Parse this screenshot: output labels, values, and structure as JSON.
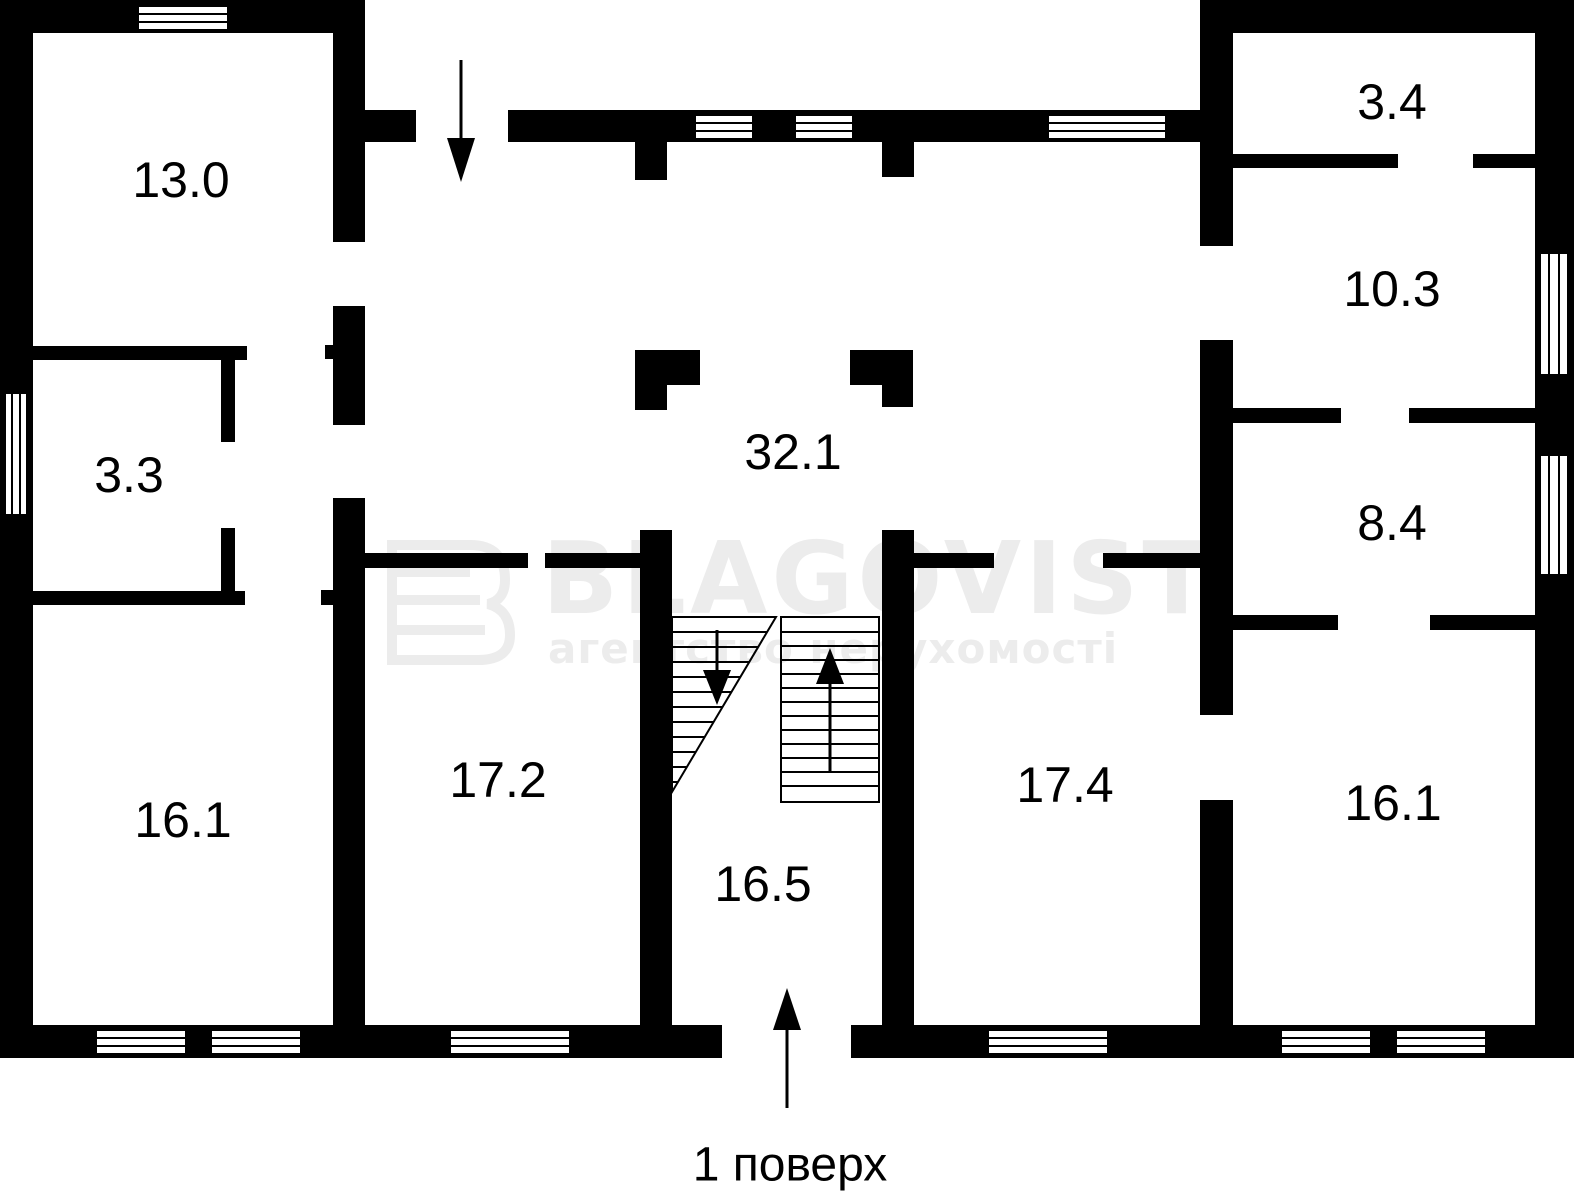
{
  "floor_label": "1 поверх",
  "rooms": [
    {
      "id": "r1",
      "area": "13.0"
    },
    {
      "id": "r2",
      "area": "3.3"
    },
    {
      "id": "r3",
      "area": "16.1"
    },
    {
      "id": "r4",
      "area": "32.1"
    },
    {
      "id": "r5",
      "area": "17.2"
    },
    {
      "id": "r6",
      "area": "16.5"
    },
    {
      "id": "r7",
      "area": "17.4"
    },
    {
      "id": "r8",
      "area": "3.4"
    },
    {
      "id": "r9",
      "area": "10.3"
    },
    {
      "id": "r10",
      "area": "8.4"
    },
    {
      "id": "r11",
      "area": "16.1"
    }
  ],
  "watermark": {
    "name": "BLAGOVIST",
    "subtitle": "агентство нерухомості"
  }
}
